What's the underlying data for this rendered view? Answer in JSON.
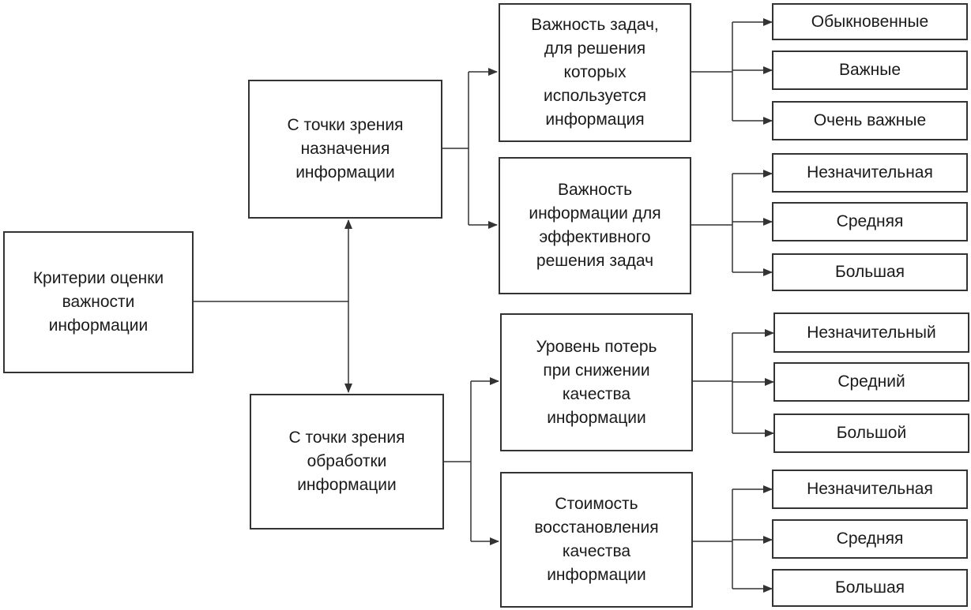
{
  "root": {
    "label": "Критерии оценки\nважности\nинформации"
  },
  "purpose": {
    "label": "С точки зрения\nназначения\nинформации",
    "task_importance": {
      "label": "Важность задач,\nдля решения\nкоторых\nиспользуется\nинформация",
      "options": [
        "Обыкновенные",
        "Важные",
        "Очень важные"
      ]
    },
    "info_importance": {
      "label": "Важность\nинформации для\nэффективного\nрешения задач",
      "options": [
        "Незначительная",
        "Средняя",
        "Большая"
      ]
    }
  },
  "processing": {
    "label": "С точки зрения\nобработки\nинформации",
    "loss_level": {
      "label": "Уровень потерь\nпри снижении\nкачества\nинформации",
      "options": [
        "Незначительный",
        "Средний",
        "Большой"
      ]
    },
    "restore_cost": {
      "label": "Стоимость\nвосстановления\nкачества\nинформации",
      "options": [
        "Незначительная",
        "Средняя",
        "Большая"
      ]
    }
  }
}
